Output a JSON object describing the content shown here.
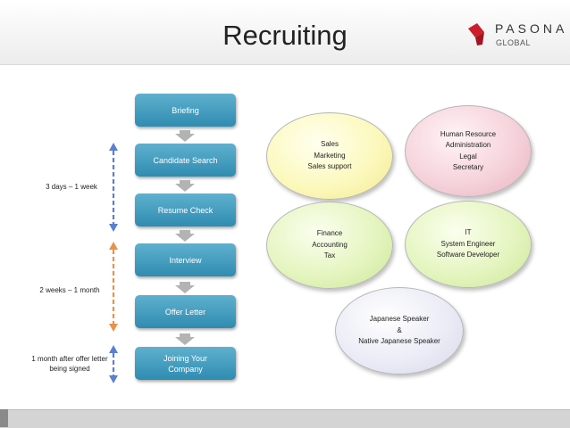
{
  "header": {
    "title": "Recruiting",
    "logo_name": "PASONA",
    "logo_sub": "GLOBAL"
  },
  "process": {
    "steps": [
      {
        "label": "Briefing"
      },
      {
        "label": "Candidate Search"
      },
      {
        "label": "Resume Check"
      },
      {
        "label": "Interview"
      },
      {
        "label": "Offer Letter"
      },
      {
        "label": "Joining Your\nCompany"
      }
    ],
    "durations": [
      {
        "label": "3 days – 1 week"
      },
      {
        "label": "2 weeks – 1 month"
      },
      {
        "label": "1 month after offer letter\nbeing signed"
      }
    ]
  },
  "categories": [
    {
      "lines": [
        "Sales",
        "Marketing",
        "Sales support"
      ],
      "color": "#fcf9be"
    },
    {
      "lines": [
        "Human Resource",
        "Administration",
        "Legal",
        "Secretary"
      ],
      "color": "#f6d3db"
    },
    {
      "lines": [
        "Finance",
        "Accounting",
        "Tax"
      ],
      "color": "#e5f5c0"
    },
    {
      "lines": [
        "IT",
        "System Engineer",
        "Software Developer"
      ],
      "color": "#e5f5c0"
    },
    {
      "lines": [
        "Japanese Speaker",
        "&",
        "Native Japanese Speaker"
      ],
      "color": "#ebecf6"
    }
  ],
  "colors": {
    "step_fill": "#3d96bb",
    "bracket_blue": "#5b7fd1",
    "bracket_orange": "#e8924a",
    "logo_red": "#cc1f2d"
  }
}
